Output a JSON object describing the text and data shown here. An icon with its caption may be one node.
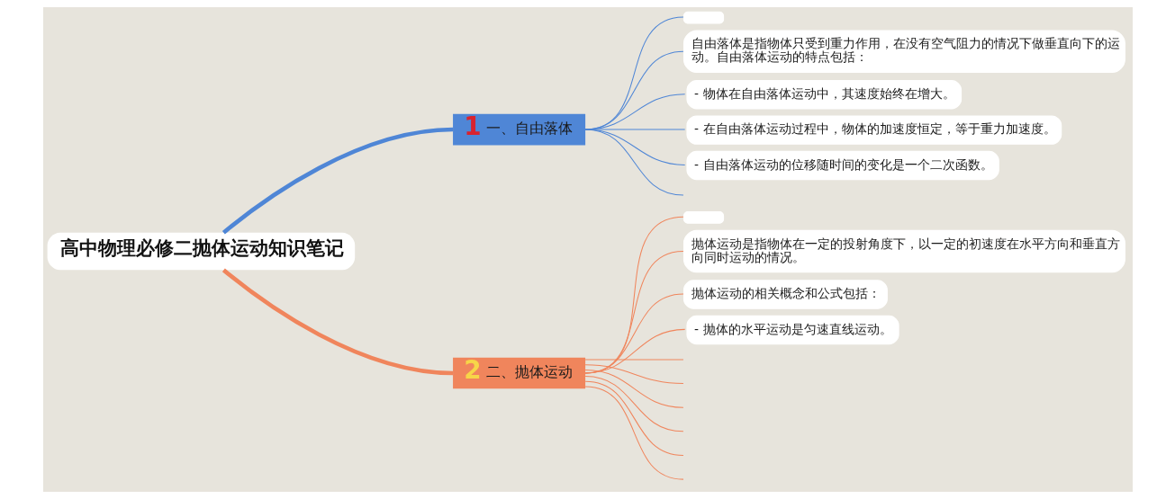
{
  "diagram": {
    "nodes": [
      {
        "text": [
          "高中物理必修二抛体运动知识笔记"
        ]
      },
      {
        "text": [
          "1",
          "一、自由落体"
        ]
      },
      {
        "text": [],
        "shape": "box"
      },
      {
        "text": [
          "自由落体是指物体只受到重力作用，在没有空气阻力的情况下做垂直向下的运动。自由落体运动的特点包括："
        ]
      },
      {
        "text": [
          "- 物体在自由落体运动中，其速度始终在增大。"
        ]
      },
      {
        "text": [
          "- 在自由落体运动过程中，物体的加速度恒定，等于重力加速度。"
        ]
      },
      {
        "text": [
          "- 自由落体运动的位移随时间的变化是一个二次函数。"
        ]
      },
      {
        "text": [
          "2",
          "二、抛体运动"
        ]
      },
      {
        "text": [],
        "shape": "box"
      },
      {
        "text": [
          "抛体运动是指物体在一定的投射角度下，以一定的初速度在水平方向和垂直方向同时运动的情况。"
        ]
      },
      {
        "text": [
          "抛体运动的相关概念和公式包括："
        ]
      },
      {
        "text": [
          "- 抛体的水平运动是匀速直线运动。"
        ]
      }
    ],
    "edges": [
      {
        "from": 0,
        "to": 1,
        "arrow": "none",
        "style": "thick",
        "color": "#4f86d6"
      },
      {
        "from": 1,
        "to": 2,
        "arrow": "none",
        "color": "#4f86d6"
      },
      {
        "from": 1,
        "to": 3,
        "arrow": "none",
        "color": "#4f86d6"
      },
      {
        "from": 1,
        "to": 4,
        "arrow": "none",
        "color": "#4f86d6"
      },
      {
        "from": 1,
        "to": 5,
        "arrow": "none",
        "color": "#4f86d6"
      },
      {
        "from": 1,
        "to": 6,
        "arrow": "none",
        "color": "#4f86d6"
      },
      {
        "from": 1,
        "to": null,
        "arrow": "none",
        "color": "#4f86d6"
      },
      {
        "from": 0,
        "to": 7,
        "arrow": "none",
        "style": "thick",
        "color": "#f0855c"
      },
      {
        "from": 7,
        "to": 8,
        "arrow": "none",
        "color": "#f0855c"
      },
      {
        "from": 7,
        "to": 9,
        "arrow": "none",
        "color": "#f0855c"
      },
      {
        "from": 7,
        "to": 10,
        "arrow": "none",
        "color": "#f0855c"
      },
      {
        "from": 7,
        "to": 11,
        "arrow": "none",
        "color": "#f0855c"
      },
      {
        "from": 7,
        "to": null,
        "arrow": "none",
        "color": "#f0855c"
      },
      {
        "from": 7,
        "to": null,
        "arrow": "none",
        "color": "#f0855c"
      },
      {
        "from": 7,
        "to": null,
        "arrow": "none",
        "color": "#f0855c"
      },
      {
        "from": 7,
        "to": null,
        "arrow": "none",
        "color": "#f0855c"
      },
      {
        "from": 7,
        "to": null,
        "arrow": "none",
        "color": "#f0855c"
      },
      {
        "from": 7,
        "to": null,
        "arrow": "none",
        "color": "#f0855c"
      }
    ]
  }
}
